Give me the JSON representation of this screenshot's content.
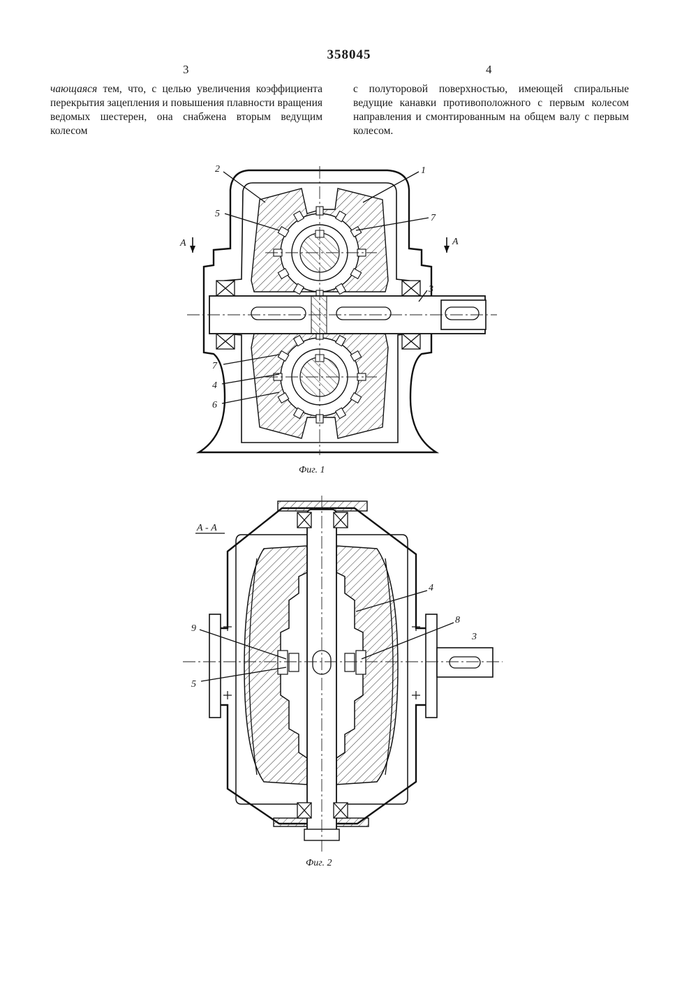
{
  "header": {
    "patent_number": "358045",
    "col_left_number": "3",
    "col_right_number": "4"
  },
  "text": {
    "left_lead": "чающаяся",
    "left_body": " тем, что, с целью увеличения коэффициента перекрытия зацепления и повышения плавности вращения ведомых шестерен, она снабжена вторым ведущим колесом",
    "right_body": "с полуторовой поверхностью, имеющей спиральные ведущие канавки противоположного с первым колесом направления и смонтированным на общем валу с первым колесом."
  },
  "figure1": {
    "caption": "Фиг. 1",
    "labels": {
      "l2": "2",
      "l5": "5",
      "l1": "1",
      "l7a": "7",
      "l3": "3",
      "l7b": "7",
      "l4": "4",
      "l6": "6",
      "secA_left": "A",
      "secA_right": "A"
    }
  },
  "figure2": {
    "caption": "Фиг. 2",
    "section": "А - А",
    "labels": {
      "l4": "4",
      "l9": "9",
      "l8": "8",
      "l3": "3",
      "l5": "5"
    }
  }
}
